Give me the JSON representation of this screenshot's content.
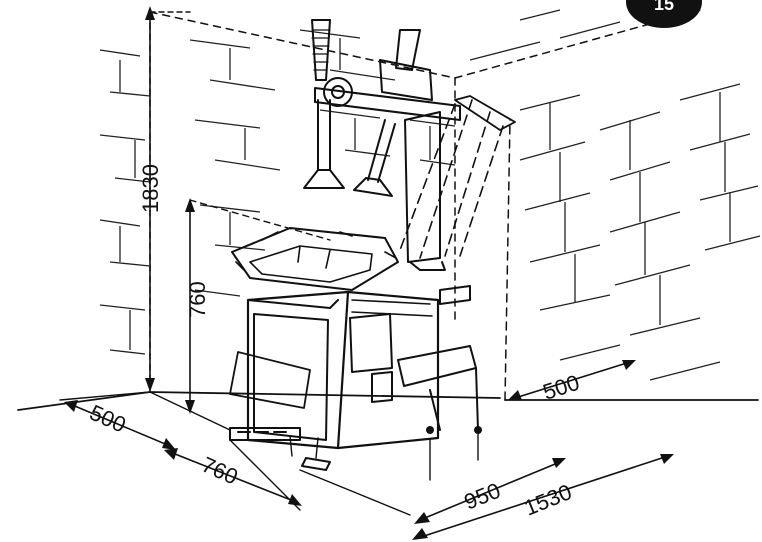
{
  "figure": {
    "page_number": "15",
    "dimensions": {
      "height_total": "1830",
      "height_table": "760",
      "depth_wall_gap": "500",
      "depth_machine": "760",
      "width_machine": "950",
      "width_total": "1530",
      "side_clearance": "500"
    }
  }
}
